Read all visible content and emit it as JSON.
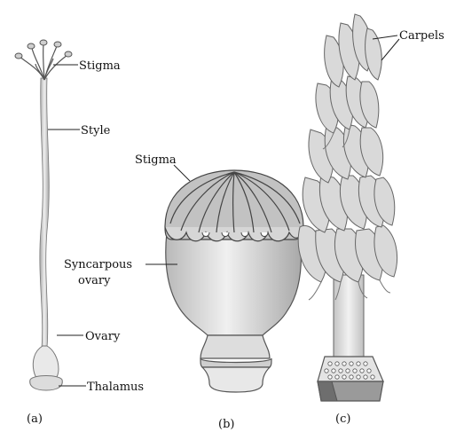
{
  "labels": {
    "a_stigma": "Stigma",
    "a_style": "Style",
    "a_ovary": "Ovary",
    "a_thalamus": "Thalamus",
    "b_stigma": "Stigma",
    "b_ovary_line1": "Syncarpous",
    "b_ovary_line2": "ovary",
    "c_carpels": "Carpels"
  },
  "captions": {
    "a": "(a)",
    "b": "(b)",
    "c": "(c)"
  },
  "colors": {
    "outline": "#555555",
    "fill_light": "#e2e2e2",
    "fill_mid": "#c9c9c9",
    "fill_dark": "#8a8a8a",
    "leader": "#222222"
  }
}
